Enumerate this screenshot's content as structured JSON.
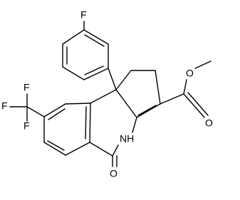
{
  "molecule": {
    "atoms": {
      "fluoro": "F",
      "cf3_f_top": "F",
      "cf3_f_left": "F",
      "cf3_f_bottom": "F",
      "ester_ether_o": "O",
      "ester_carbonyl_o": "O",
      "amide_o": "O",
      "nh": "NH"
    },
    "colors": {
      "bond": "#000000",
      "label": "#000000",
      "background": "#ffffff"
    }
  }
}
